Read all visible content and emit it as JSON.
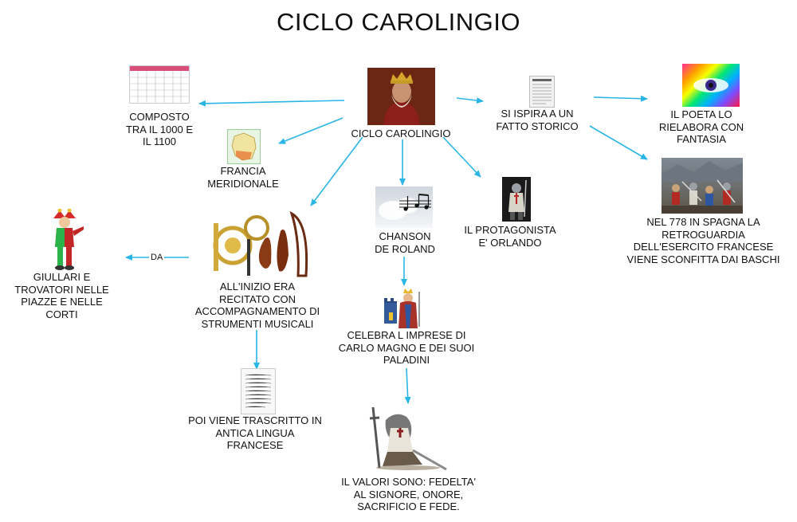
{
  "title": "CICLO CAROLINGIO",
  "nodes": {
    "center": "CICLO CAROLINGIO",
    "composto": "COMPOSTO\nTRA IL 1000 E\nIL 1100",
    "francia": "FRANCIA\nMERIDIONALE",
    "strumenti": "ALL'INIZIO ERA\nRECITATO CON\nACCOMPAGNAMENTO DI\nSTRUMENTI MUSICALI",
    "giullari": "GIULLARI E\nTROVATORI NELLE\nPIAZZE E NELLE\nCORTI",
    "trascritto": "POI VIENE TRASCRITTO IN\nANTICA LINGUA\nFRANCESE",
    "chanson": "CHANSON\nDE ROLAND",
    "celebra": "CELEBRA L IMPRESE DI\nCARLO MAGNO E DEI SUOI\nPALADINI",
    "valori": "IL VALORI SONO: FEDELTA'\nAL SIGNORE, ONORE,\nSACRIFICIO E FEDE.",
    "protagonista": "IL PROTAGONISTA\nE' ORLANDO",
    "ispira": "SI ISPIRA A UN\nFATTO STORICO",
    "poeta": "IL POETA LO\nRIELABORA CON\nFANTASIA",
    "spagna": "NEL 778 IN SPAGNA LA\nRETROGUARDIA\nDELL'ESERCITO FRANCESE\nVIENE SCONFITTA DAI BASCHI"
  },
  "link_label_da": "DA",
  "colors": {
    "arrow": "#29b6e6",
    "text": "#111111"
  },
  "images": {
    "calendar": "calendar-image",
    "charlemagne": "charlemagne-portrait-image",
    "newspaper": "newspaper-image",
    "psychedelic": "psychedelic-eye-image",
    "france_map": "france-map-image",
    "instruments": "musical-instruments-image",
    "jester": "jester-image",
    "manuscript": "manuscript-image",
    "music_notes": "music-notes-cloud-image",
    "king": "king-with-castle-image",
    "knight_kneeling": "kneeling-knight-image",
    "orlando": "orlando-knight-image",
    "battle": "battle-scene-image"
  }
}
